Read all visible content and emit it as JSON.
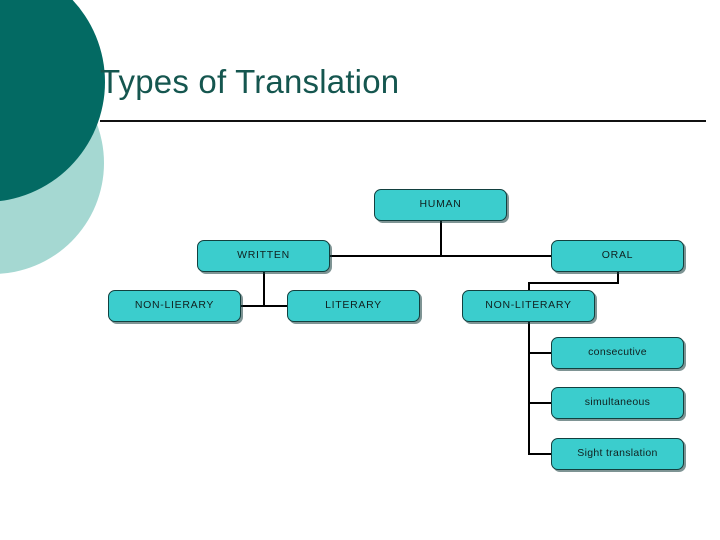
{
  "slide": {
    "title": "Types of Translation",
    "background_color": "#ffffff",
    "title_color": "#15564f"
  },
  "decor": {
    "circle_dark_color": "#036a63",
    "circle_light_color": "#a5d8d2",
    "circle_dark_name": "dark-teal-circle",
    "circle_light_name": "light-teal-circle"
  },
  "diagram": {
    "type": "tree",
    "node_fill": "#3bcdcd",
    "node_border": "#12403f",
    "connector_color": "#000000",
    "nodes": {
      "human": "HUMAN",
      "written": "WRITTEN",
      "oral": "ORAL",
      "non_lierary": "NON-LIERARY",
      "literary": "LITERARY",
      "non_literary": "NON-LITERARY",
      "consecutive": "consecutive",
      "simultaneous": "simultaneous",
      "sight_translation": "Sight translation"
    }
  }
}
